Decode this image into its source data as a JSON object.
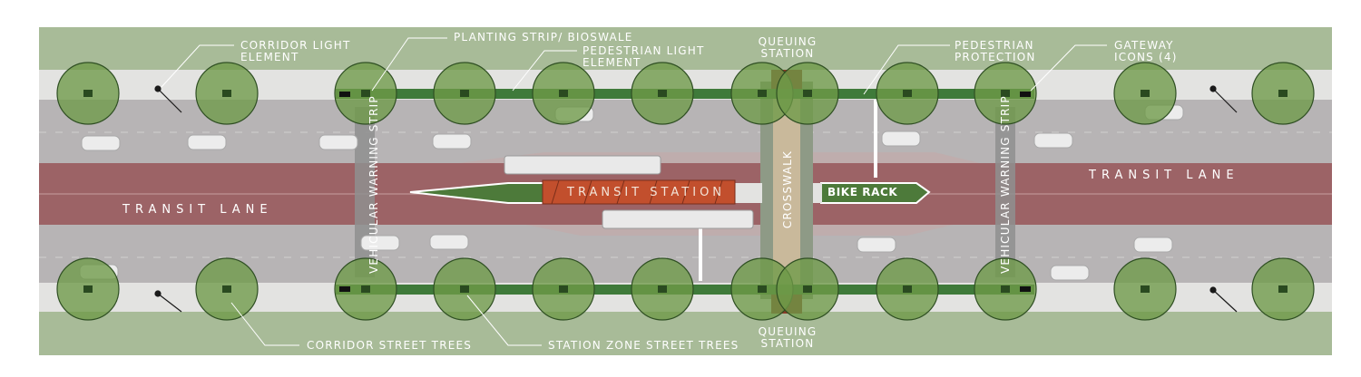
{
  "colors": {
    "background_green": "#a8bb98",
    "sidewalk": "#e3e3e1",
    "roadway": "#b7b4b5",
    "transit_lane": "#9c6366",
    "planting_strip": "#3f7a3a",
    "tree_canopy": "#6e9a48",
    "platform": "#4d7a3a",
    "station_roof": "#c24f2d",
    "crosswalk": "#c9b99b"
  },
  "annotations": {
    "corridor_light_element": "CORRIDOR LIGHT\nELEMENT",
    "planting_strip_bioswale": "PLANTING STRIP/ BIOSWALE",
    "pedestrian_light_element": "PEDESTRIAN LIGHT\nELEMENT",
    "queuing_station_top": "QUEUING\nSTATION",
    "pedestrian_protection": "PEDESTRIAN\nPROTECTION",
    "gateway_icons": "GATEWAY\nICONS (4)",
    "corridor_street_trees": "CORRIDOR STREET TREES",
    "station_zone_street_trees": "STATION ZONE STREET TREES",
    "queuing_station_bottom": "QUEUING\nSTATION"
  },
  "labels": {
    "transit_lane_left": "TRANSIT LANE",
    "transit_lane_right": "TRANSIT LANE",
    "transit_station": "TRANSIT STATION",
    "bike_rack": "BIKE RACK",
    "crosswalk": "CROSSWALK",
    "warning_strip_left": "VEHICULAR WARNING STRIP",
    "warning_strip_right": "VEHICULAR WARNING STRIP"
  }
}
